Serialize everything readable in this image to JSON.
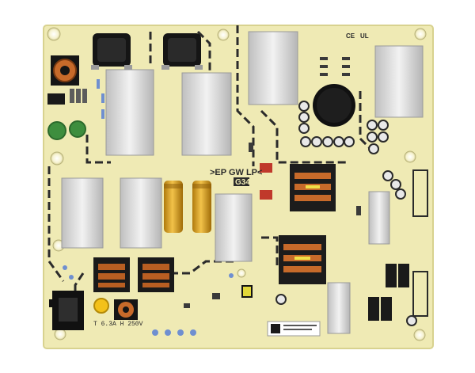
{
  "board": {
    "silk_ep": ">EP GW LP<",
    "silk_code": "G34",
    "silk_fuse": "T 6.3A H 250V",
    "silk_small_1": "CE",
    "silk_small_2": "UL"
  },
  "colors": {
    "background": "#ffffff",
    "pcb": "#efeab4",
    "silkscreen": "#2a2a2a",
    "heatsink": "#d9d9d9",
    "capacitor_gold": "#e3a81e",
    "transformer_dark": "#1c1c1c",
    "copper": "#c76a2a"
  }
}
